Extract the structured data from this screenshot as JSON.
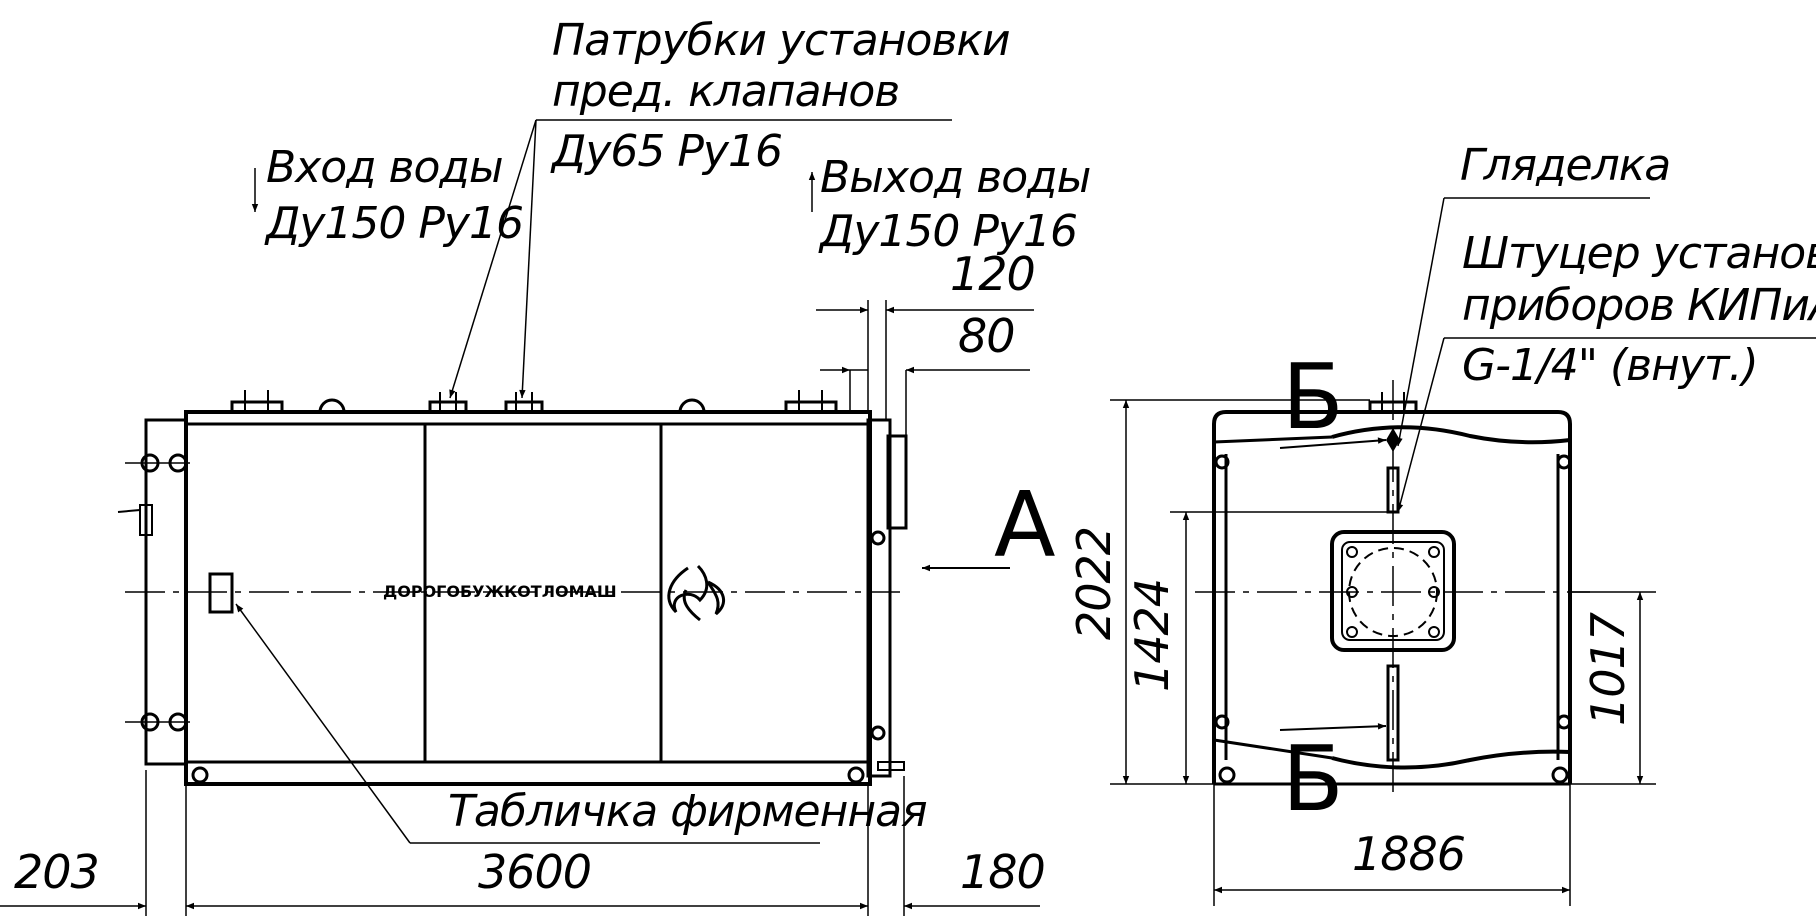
{
  "labels": {
    "safety_valves_line1": "Патрубки установки",
    "safety_valves_line2": "пред. клапанов",
    "safety_valves_line3": "Ду65 Ру16",
    "water_in_line1": "Вход воды",
    "water_in_line2": "Ду150 Ру16",
    "water_out_line1": "Выход воды",
    "water_out_line2": "Ду150 Ру16",
    "nameplate": "Табличка фирменная",
    "peephole": "Гляделка",
    "instrument_fitting_line1": "Штуцер установки",
    "instrument_fitting_line2": "приборов КИПиА",
    "instrument_fitting_line3": "G-1/4\" (внут.)",
    "brand": "ДОРОГОБУЖКОТЛОМАШ"
  },
  "view_marks": {
    "view_a": "А",
    "section_top": "Б",
    "section_bottom": "Б"
  },
  "dimensions": {
    "d120": "120",
    "d80": "80",
    "d203": "203",
    "d3600": "3600",
    "d180": "180",
    "d2022": "2022",
    "d1424": "1424",
    "d1017": "1017",
    "d1886": "1886"
  }
}
